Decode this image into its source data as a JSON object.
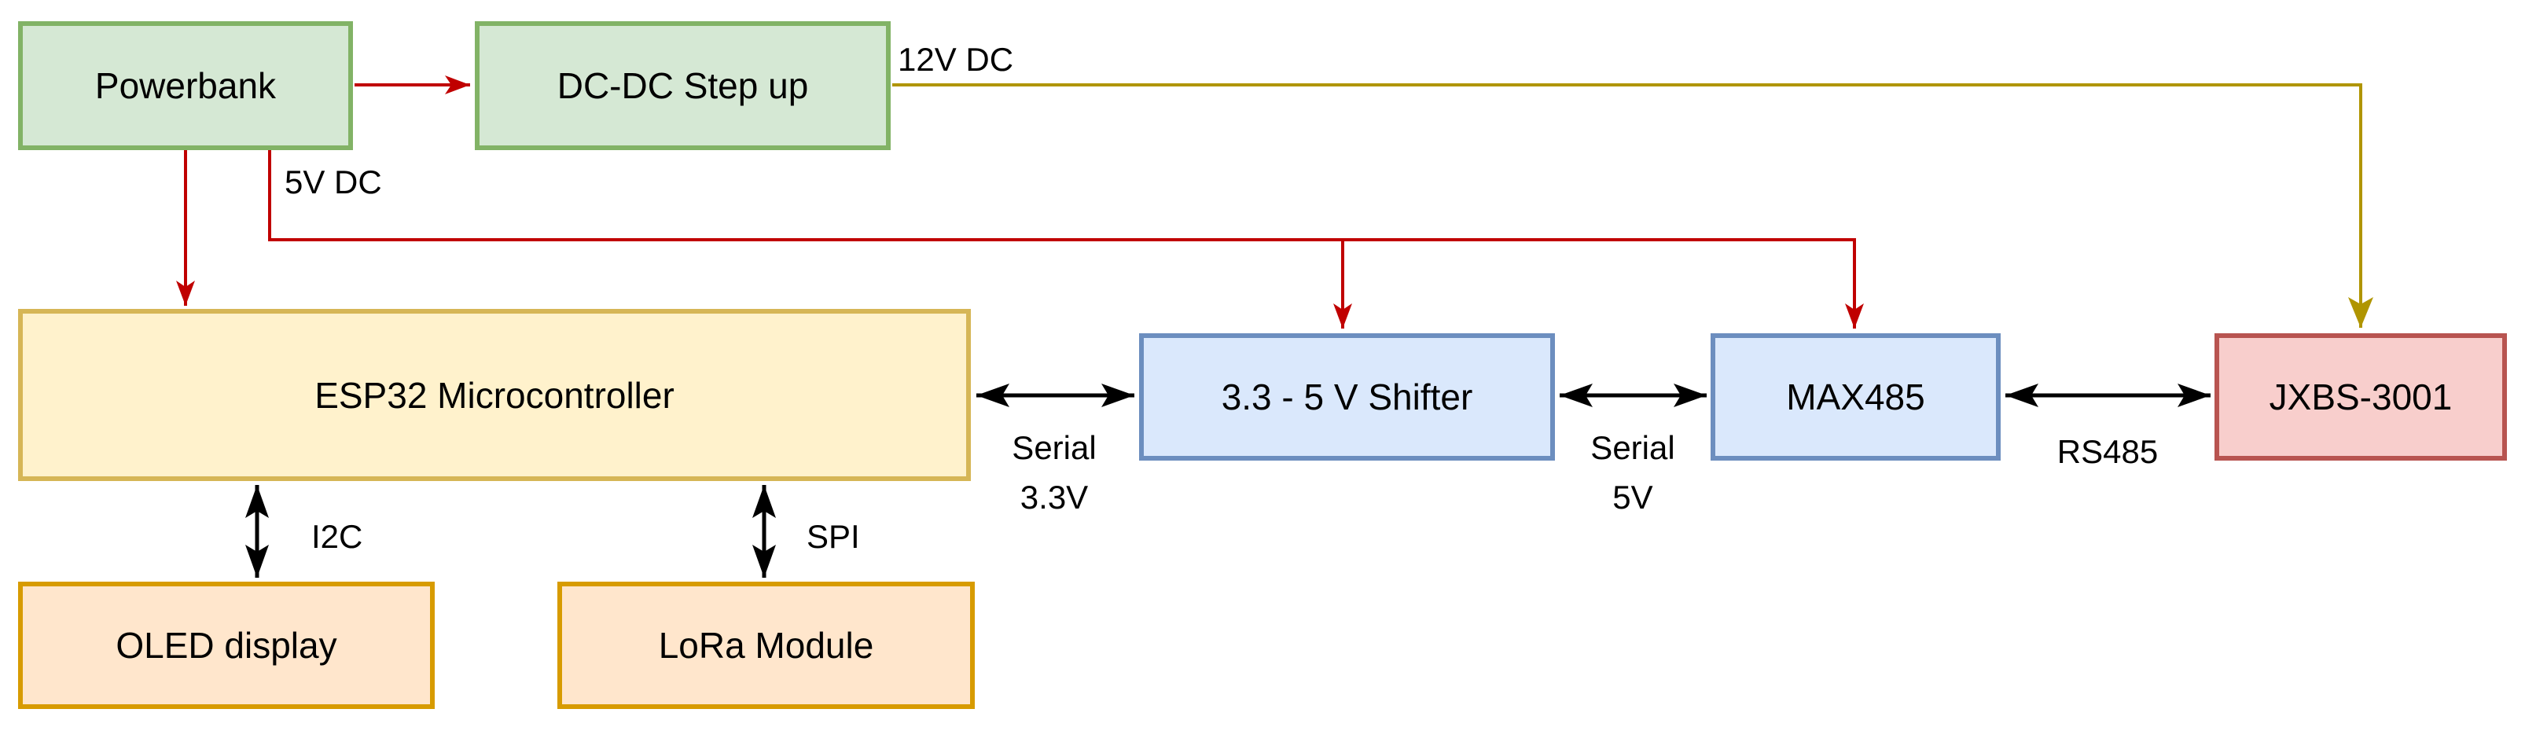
{
  "diagram": {
    "background_color": "#ffffff",
    "nodes": {
      "powerbank": {
        "label": "Powerbank",
        "fill": "#d5e8d4",
        "stroke": "#82b366"
      },
      "dcdc_stepup": {
        "label": "DC-DC Step up",
        "fill": "#d5e8d4",
        "stroke": "#82b366"
      },
      "esp32": {
        "label": "ESP32 Microcontroller",
        "fill": "#fff2cc",
        "stroke": "#d6b656"
      },
      "shifter": {
        "label": "3.3 - 5 V Shifter",
        "fill": "#dae8fc",
        "stroke": "#6c8ebf"
      },
      "max485": {
        "label": "MAX485",
        "fill": "#dae8fc",
        "stroke": "#6c8ebf"
      },
      "jxbs3001": {
        "label": "JXBS-3001",
        "fill": "#f8cecc",
        "stroke": "#b85450"
      },
      "oled": {
        "label": "OLED display",
        "fill": "#ffe6cc",
        "stroke": "#d79b00"
      },
      "lora": {
        "label": "LoRa Module",
        "fill": "#ffe6cc",
        "stroke": "#d79b00"
      }
    },
    "edge_labels": {
      "dc12v": "12V DC",
      "dc5v": "5V DC",
      "serial33_line1": "Serial",
      "serial33_line2": "3.3V",
      "serial5_line1": "Serial",
      "serial5_line2": "5V",
      "rs485": "RS485",
      "i2c": "I2C",
      "spi": "SPI"
    },
    "edge_colors": {
      "power_5v_line": "#c00000",
      "power_12v_line": "#b09500",
      "data_line": "#000000"
    }
  }
}
